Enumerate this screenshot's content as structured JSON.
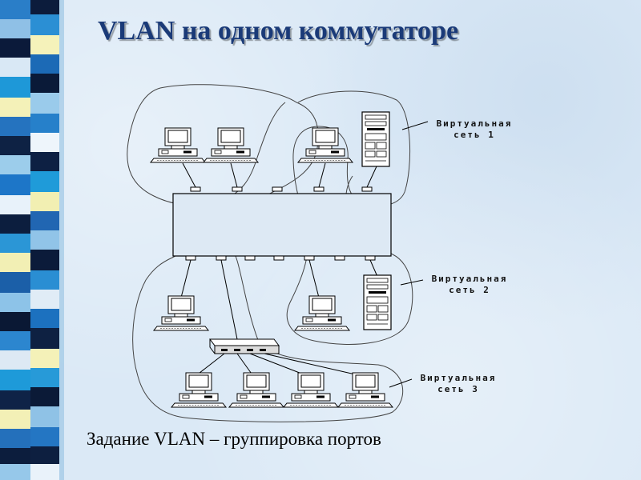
{
  "title": "VLAN на одном коммутаторе",
  "caption": "Задание VLAN – группировка портов",
  "vlans": [
    {
      "line1": "Виртуальная",
      "line2": "сеть 1"
    },
    {
      "line1": "Виртуальная",
      "line2": "сеть 2"
    },
    {
      "line1": "Виртуальная",
      "line2": "сеть 3"
    }
  ]
}
